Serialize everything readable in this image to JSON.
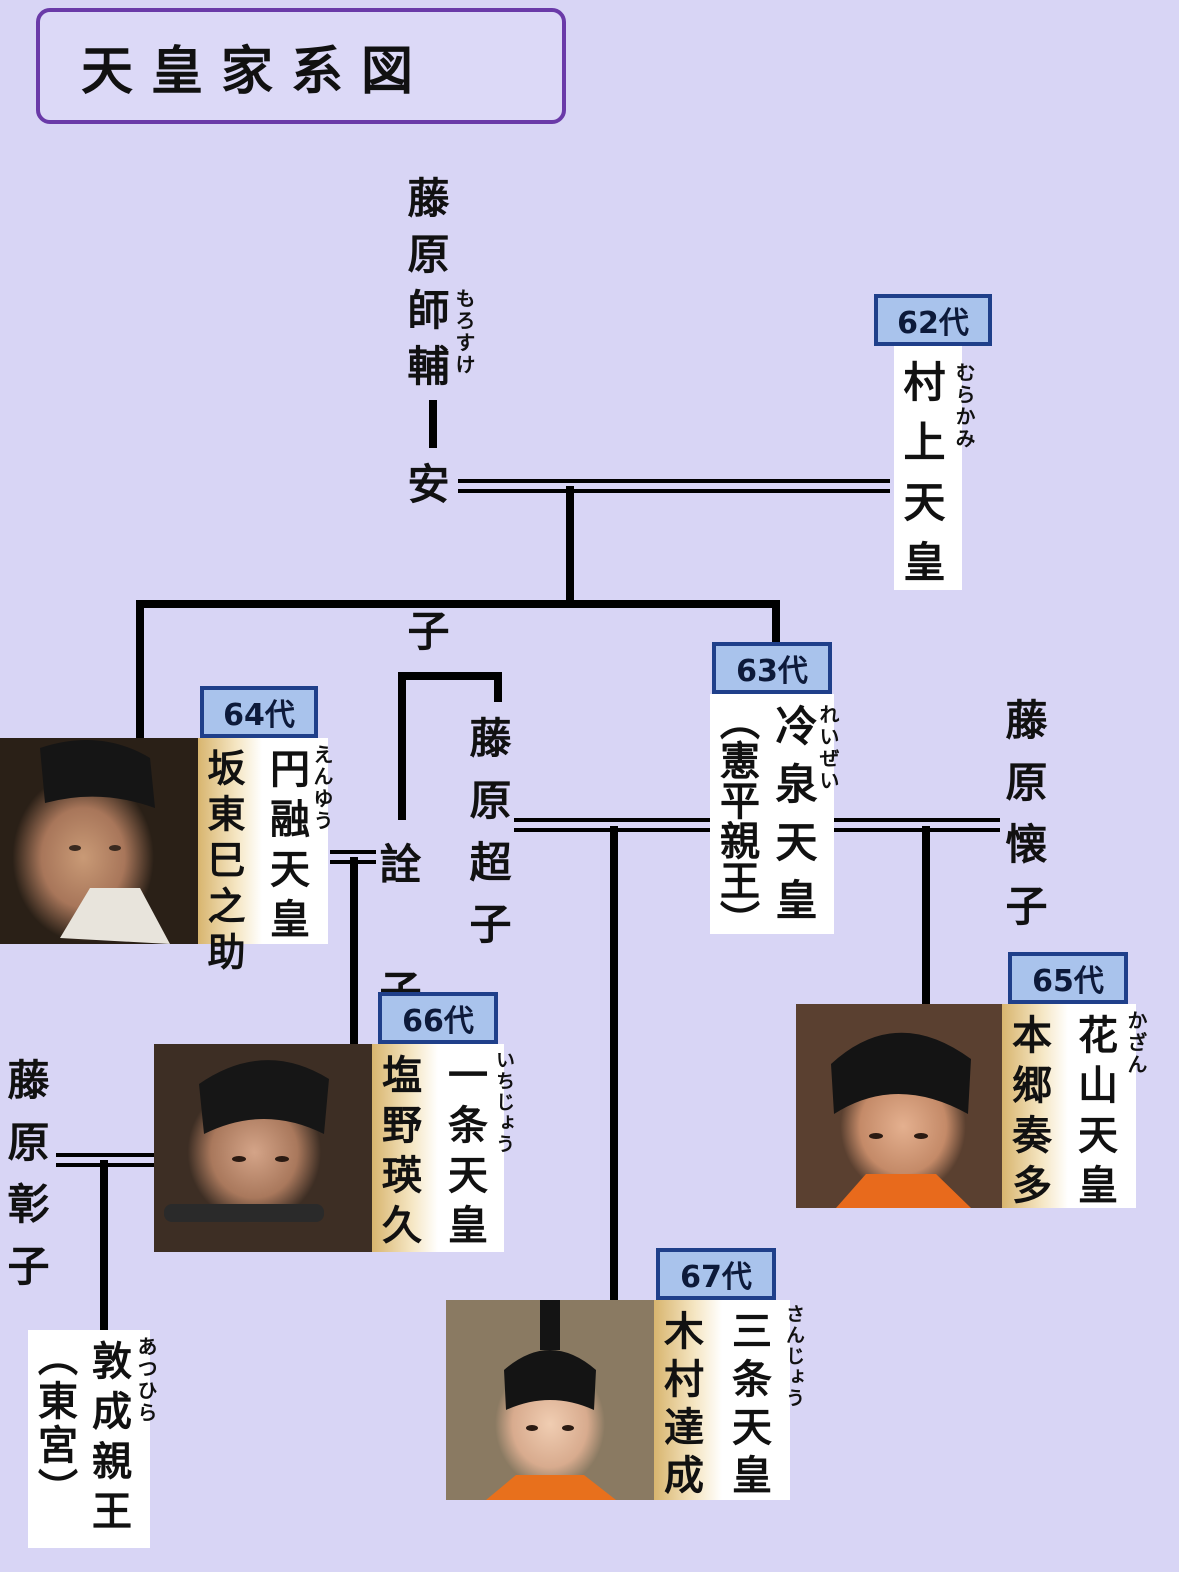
{
  "title": "天皇家系図",
  "people": {
    "moro": {
      "name": "藤原師輔",
      "ruby": "もろすけ"
    },
    "yasuko": {
      "name": "安 子"
    },
    "murakami": {
      "gen": "62代",
      "name": "村上天皇",
      "ruby": "むらかみ"
    },
    "reizei": {
      "gen": "63代",
      "name": "冷泉天皇",
      "ruby": "れいぜい",
      "alt": "（憲平親王）"
    },
    "enyu": {
      "gen": "64代",
      "name": "円融天皇",
      "ruby": "えんゆう",
      "actor": "坂東巳之助"
    },
    "kazan": {
      "gen": "65代",
      "name": "花山天皇",
      "ruby": "かざん",
      "actor": "本郷奏多"
    },
    "ichijo": {
      "gen": "66代",
      "name": "一条天皇",
      "ruby": "いちじょう",
      "actor": "塩野瑛久"
    },
    "sanjo": {
      "gen": "67代",
      "name": "三条天皇",
      "ruby": "さんじょう",
      "actor": "木村達成"
    },
    "senshi": {
      "name": "詮 子"
    },
    "choshi": {
      "name": "藤原超子"
    },
    "kaishi": {
      "name": "藤原懐子"
    },
    "shoshi": {
      "name": "藤原彰子"
    },
    "atsuhira": {
      "name": "敦成親王",
      "ruby": "あつひら",
      "alt": "（東宮）"
    }
  },
  "colors": {
    "background": "#d8d5f5",
    "title_border": "#6a3aa8",
    "gen_badge": "#a9c3ec",
    "gen_border": "#1f3f8a"
  }
}
